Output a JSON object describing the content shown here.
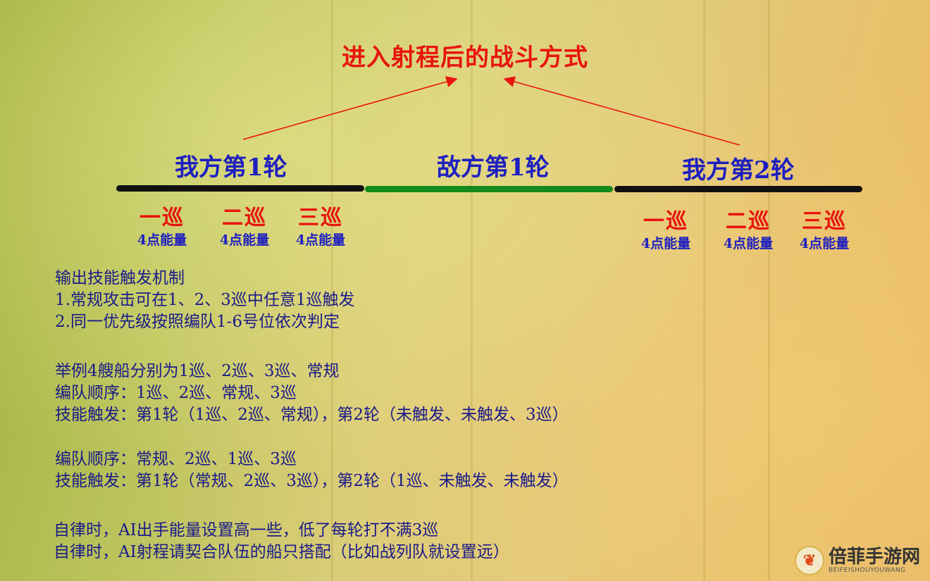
{
  "title": "进入射程后的战斗方式",
  "rounds": [
    {
      "label": "我方第1轮",
      "bar_color": "#111111"
    },
    {
      "label": "敌方第1轮",
      "bar_color": "#138a1a"
    },
    {
      "label": "我方第2轮",
      "bar_color": "#111111"
    }
  ],
  "cruises_round1": [
    {
      "name": "一巡",
      "energy": "4点能量"
    },
    {
      "name": "二巡",
      "energy": "4点能量"
    },
    {
      "name": "三巡",
      "energy": "4点能量"
    }
  ],
  "cruises_round2": [
    {
      "name": "一巡",
      "energy": "4点能量"
    },
    {
      "name": "二巡",
      "energy": "4点能量"
    },
    {
      "name": "三巡",
      "energy": "4点能量"
    }
  ],
  "mechanism": {
    "heading": "输出技能触发机制",
    "rule1": "1.常规攻击可在1、2、3巡中任意1巡触发",
    "rule2": "2.同一优先级按照编队1-6号位依次判定"
  },
  "example1": {
    "line1": "举例4艘船分别为1巡、2巡、3巡、常规",
    "line2": "编队顺序：1巡、2巡、常规、3巡",
    "line3": "技能触发：第1轮（1巡、2巡、常规），第2轮（未触发、未触发、3巡）"
  },
  "example2": {
    "line1": "编队顺序：常规、2巡、1巡、3巡",
    "line2": "技能触发：第1轮（常规、2巡、3巡），第2轮（1巡、未触发、未触发）"
  },
  "tips": {
    "line1": "自律时，AI出手能量设置高一些，低了每轮打不满3巡",
    "line2": "自律时，AI射程请契合队伍的船只搭配（比如战列队就设置远）"
  },
  "watermark": {
    "name": "倍菲手游网",
    "sub": "BEIFEISHOUYOUWANG"
  },
  "colors": {
    "title_red": "#e8140e",
    "label_blue": "#1d1fc0",
    "text_navy": "#1a1a8a",
    "arrow_red": "#e8140e"
  }
}
